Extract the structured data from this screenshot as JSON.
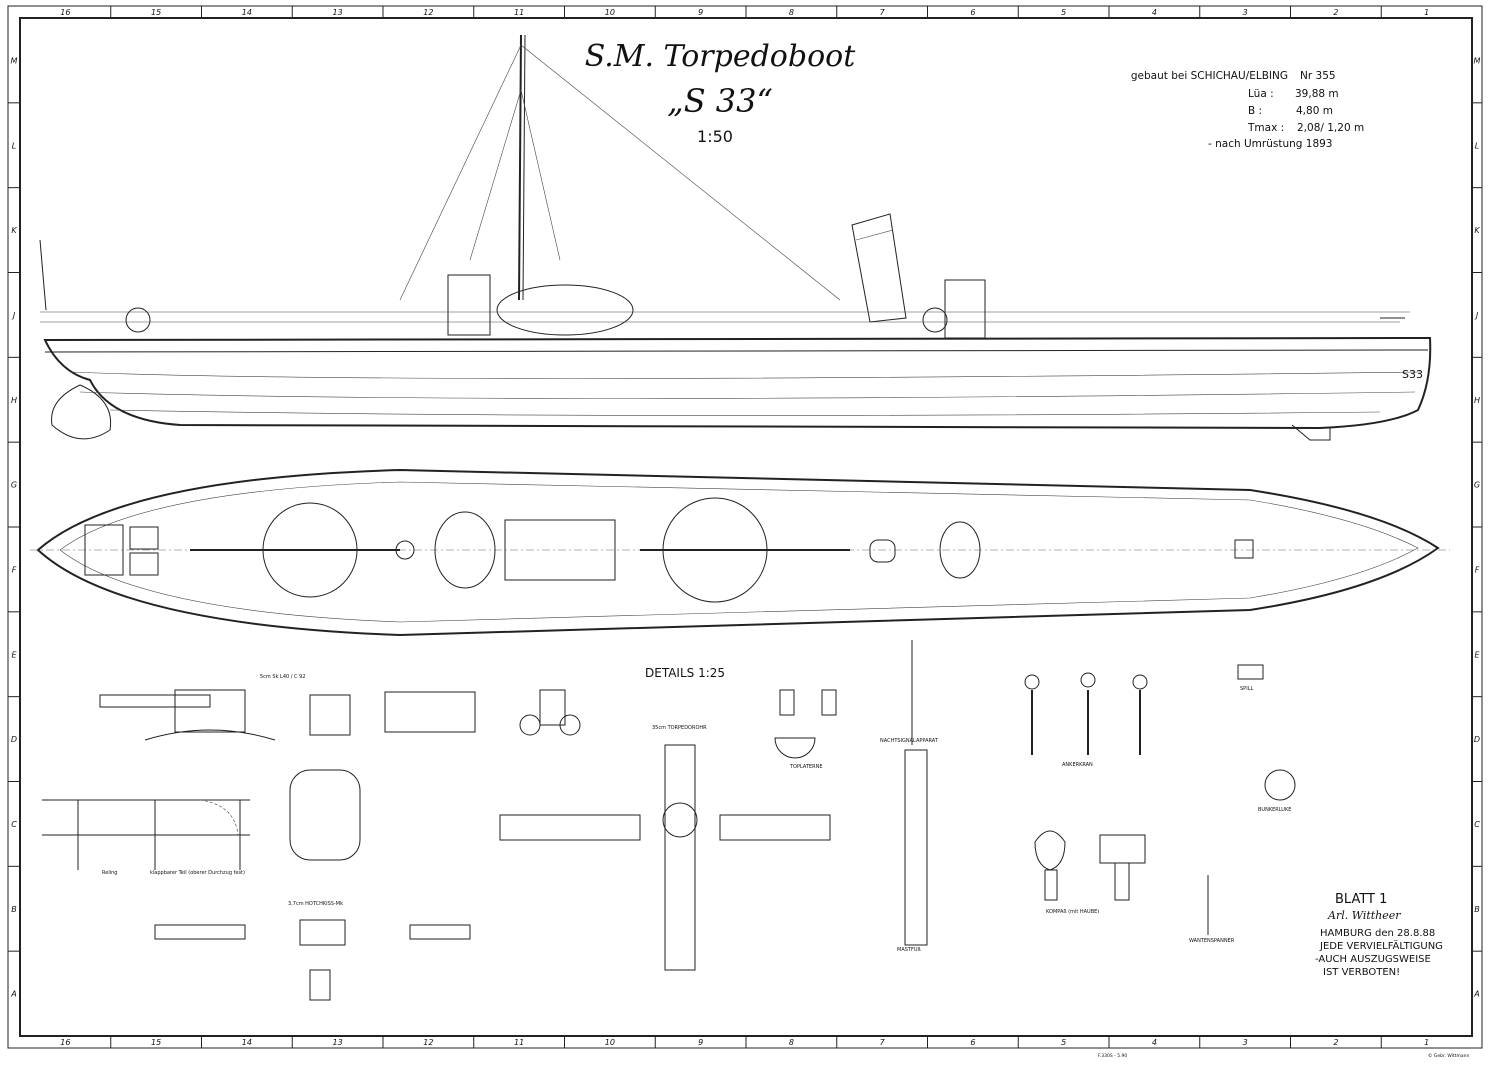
{
  "title": {
    "line1": "S.M. Torpedoboot",
    "line2": "„S 33“",
    "scale": "1:50"
  },
  "specs": {
    "builder": "gebaut bei SCHICHAU/ELBING",
    "number": "Nr 355",
    "length_label": "Lüa :",
    "length_value": "39,88 m",
    "beam_label": "B  :",
    "beam_value": "4,80 m",
    "draft_label": "Tmax :",
    "draft_value": "2,08/ 1,20 m",
    "refit": "- nach Umrüstung 1893"
  },
  "hull_marking": "S33",
  "grid": {
    "columns": [
      "16",
      "15",
      "14",
      "13",
      "12",
      "11",
      "10",
      "9",
      "8",
      "7",
      "6",
      "5",
      "4",
      "3",
      "2",
      "1"
    ],
    "rows": [
      "M",
      "L",
      "K",
      "J",
      "H",
      "G",
      "F",
      "E",
      "D",
      "C",
      "B",
      "A"
    ]
  },
  "details": {
    "heading": "DETAILS 1:25",
    "gun_5cm": "5cm Sk L40 / C 92",
    "torpedo_tube": "35cm TORPEDOROHR",
    "top_lantern": "TOPLATERNE",
    "night_signal": "NACHTSIGNALAPPARAT",
    "mast_foot": "MASTFUß",
    "anchor_crane": "ANKERKRAN",
    "capstan": "SPILL",
    "bunker_hatch": "BUNKERLUKE",
    "compass": "KOMPAß (mit HAUBE)",
    "turnbuckle": "WANTENSPANNER",
    "railing": "Reling",
    "railing_folding": "klappbarer Teil (oberer Durchzug fest)",
    "gun_37mm": "3,7cm HOTCHKISS-Mk"
  },
  "footer": {
    "sheet": "BLATT 1",
    "signature": "Arl. Wittheer",
    "place_date": "HAMBURG den 28.8.88",
    "notice1": "JEDE VERVIELFÄLTIGUNG",
    "notice2": "-AUCH AUSZUGSWEISE",
    "notice3": "IST VERBOTEN!",
    "copyright": "© Gebr. Wittmann",
    "drawing_no": "F.330S - 5.90"
  }
}
